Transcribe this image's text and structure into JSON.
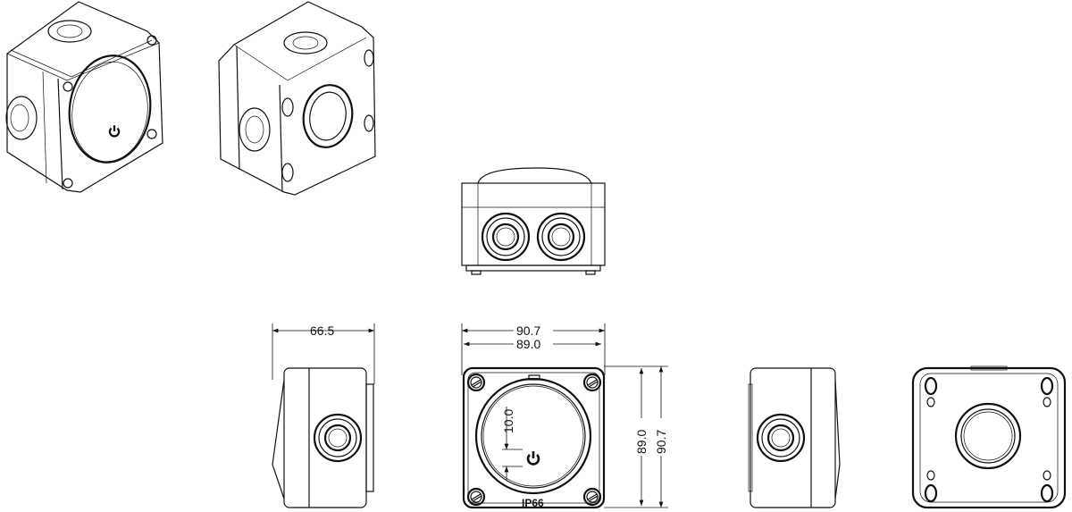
{
  "dimensions": {
    "side_depth": "66.5",
    "front_width_outer": "90.7",
    "front_width_inner": "89.0",
    "front_height_inner": "89.0",
    "front_height_outer": "90.7",
    "button_offset": "10.0"
  },
  "labels": {
    "rating": "IP66"
  },
  "colors": {
    "line": "#111111",
    "background": "#ffffff"
  }
}
